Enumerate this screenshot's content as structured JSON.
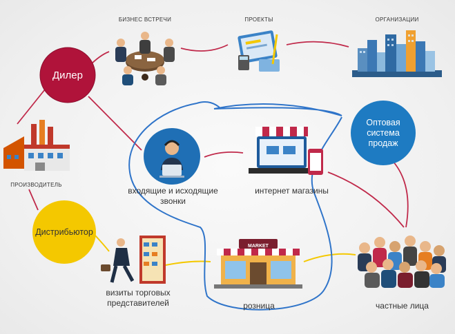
{
  "nodes": {
    "business_meetings": "БИЗНЕС ВСТРЕЧИ",
    "projects": "ПРОЕКТЫ",
    "organizations": "ОРГАНИЗАЦИИ",
    "dealer": "Дилер",
    "manufacturer": "ПРОИЗВОДИТЕЛЬ",
    "calls": "входящие и исходящие звонки",
    "online_shops": "интернет магазины",
    "wholesale": "Оптовая система продаж",
    "distributor": "Дистрибьютор",
    "sales_visits": "визиты торговых представителей",
    "retail": "розница",
    "market_sign": "MARKET",
    "private_persons": "частные лица"
  },
  "colors": {
    "dealer": "#b0133a",
    "distributor": "#f4c800",
    "calls_circle": "#1f6fb5",
    "wholesale": "#1e7bc2",
    "connector": "#c0294a",
    "blue_loop": "#2f74c9"
  }
}
